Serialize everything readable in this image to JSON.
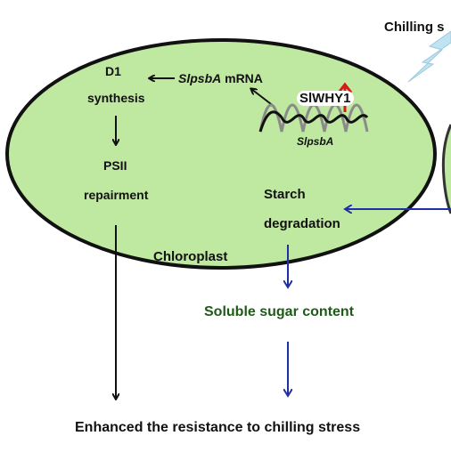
{
  "labels": {
    "chilling": "Chilling s",
    "d1": "D1",
    "synthesis": "synthesis",
    "slpsba_mrna_italic": "SlpsbA",
    "slpsba_mrna_rest": " mRNA",
    "siwhy1": "SlWHY1",
    "slpsba_gene": "SlpsbA",
    "psii": "PSII",
    "repairment": "repairment",
    "starch": "Starch",
    "degradation": "degradation",
    "chloroplast": "Chloroplast",
    "soluble_sugar": "Soluble sugar content",
    "enhanced": "Enhanced the resistance to chilling stress"
  },
  "colors": {
    "chloroplast_fill": "#bfe8a0",
    "chloroplast_stroke": "#111111",
    "blue_arrow": "#1f2fa6",
    "red_arrow": "#d61a1a",
    "soluble_text": "#1f5a1a",
    "lightning": "#bfe3f0",
    "dna_dark": "#111111",
    "dna_light": "#8a8a8a"
  }
}
